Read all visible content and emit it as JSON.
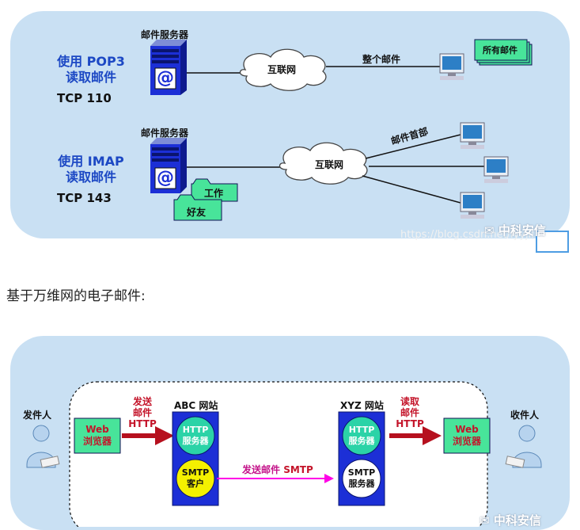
{
  "top": {
    "pop3": {
      "line1": "使用 POP3",
      "line2": "读取邮件",
      "port": "TCP 110"
    },
    "imap": {
      "line1": "使用 IMAP",
      "line2": "读取邮件",
      "port": "TCP 143"
    },
    "server_label": "邮件服务器",
    "server_symbol": "@",
    "internet": "互联网",
    "whole_mail": "整个邮件",
    "all_mail": "所有邮件",
    "headers": "邮件首部",
    "folder_work": "工作",
    "folder_friends": "好友",
    "watermark_url": "https://blog.csdn.net/lyyjll",
    "wechat_brand": "中科安信"
  },
  "caption": "基于万维网的电子邮件:",
  "bottom": {
    "sender": "发件人",
    "receiver": "收件人",
    "web_browser_l1": "Web",
    "web_browser_l2": "浏览器",
    "send_l1": "发送",
    "send_l2": "邮件",
    "send_proto": "HTTP",
    "abc_site": "ABC 网站",
    "xyz_site": "XYZ 网站",
    "http_server_l1": "HTTP",
    "http_server_l2": "服务器",
    "smtp_client_l1": "SMTP",
    "smtp_client_l2": "客户",
    "smtp_server_l1": "SMTP",
    "smtp_server_l2": "服务器",
    "smtp_send": "发送邮件",
    "smtp_proto": "SMTP",
    "read_l1": "读取",
    "read_l2": "邮件",
    "read_proto": "HTTP",
    "wechat_brand": "中科安信"
  },
  "colors": {
    "panel": "#c9e0f3",
    "server_blue": "#1c2fd6",
    "http_green": "#2bd3a7",
    "smtp_yellow": "#f4f000",
    "arrow_red": "#b6101e",
    "arrow_magenta": "#ff00e6",
    "label_blue": "#1c48c4"
  }
}
